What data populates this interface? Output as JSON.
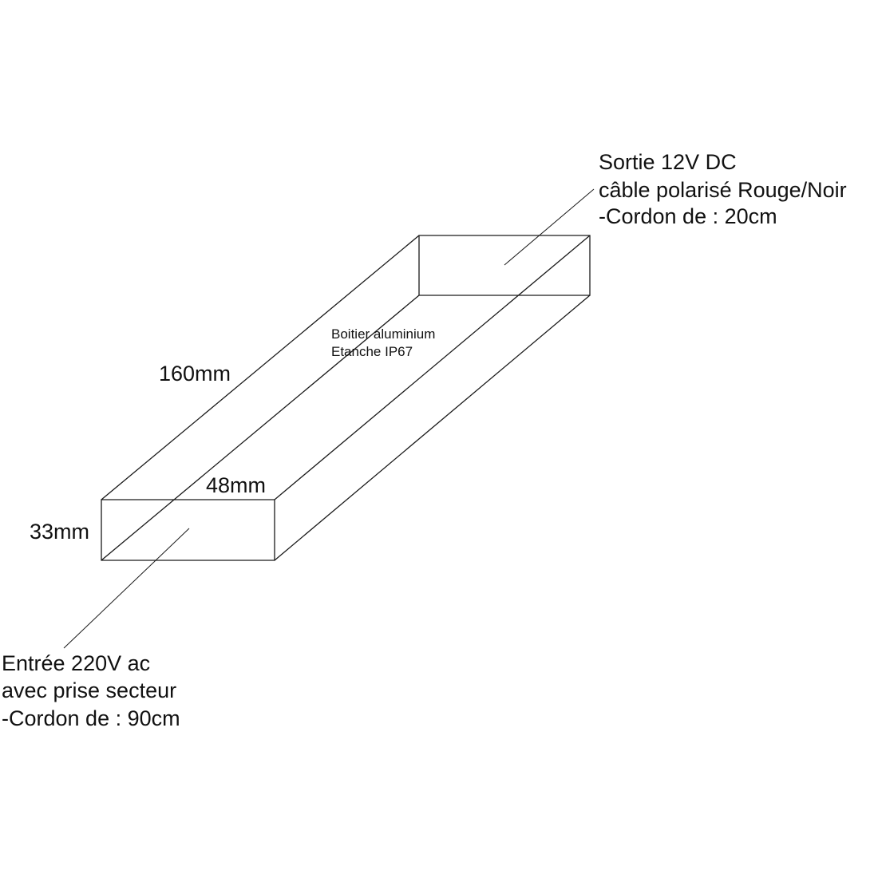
{
  "output_note": {
    "line1": "Sortie 12V DC",
    "line2": "câble polarisé Rouge/Noir",
    "line3": "-Cordon de : 20cm"
  },
  "input_note": {
    "line1": "Entrée 220V ac",
    "line2": "avec prise secteur",
    "line3": "-Cordon de : 90cm"
  },
  "housing_note": {
    "line1": "Boitier aluminium",
    "line2": "Etanche IP67"
  },
  "dimensions": {
    "length": "160mm",
    "width": "48mm",
    "height": "33mm"
  }
}
